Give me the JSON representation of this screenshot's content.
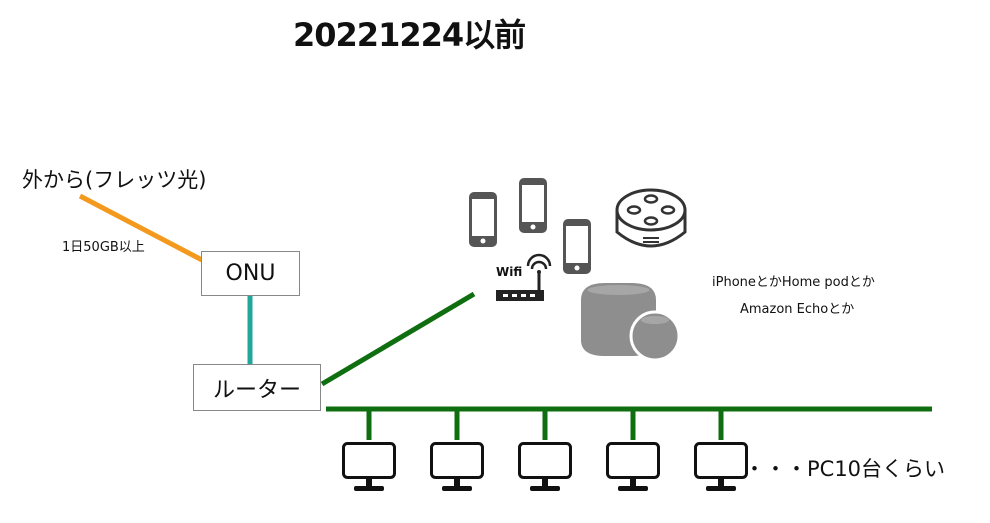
{
  "title": "20221224以前",
  "external": {
    "label": "外から(フレッツ光)",
    "bandwidth": "1日50GB以上"
  },
  "onu": {
    "label": "ONU"
  },
  "router": {
    "label": "ルーター"
  },
  "wifi": {
    "label": "Wifi"
  },
  "wireless_devices": {
    "line1": "iPhoneとかHome podとか",
    "line2": "Amazon Echoとか",
    "icons": [
      "smartphone-icon",
      "smartphone-icon",
      "smartphone-icon",
      "amazon-echo-dot-icon",
      "homepod-icon",
      "homepod-mini-icon"
    ]
  },
  "wired": {
    "pc_note": "・・・PC10台くらい",
    "pc_count_shown": 5
  },
  "colors": {
    "external_line": "#f39a1e",
    "onu_router_line": "#20a69a",
    "lan_line": "#0f6e0f",
    "device_gray": "#8e8e8e"
  }
}
